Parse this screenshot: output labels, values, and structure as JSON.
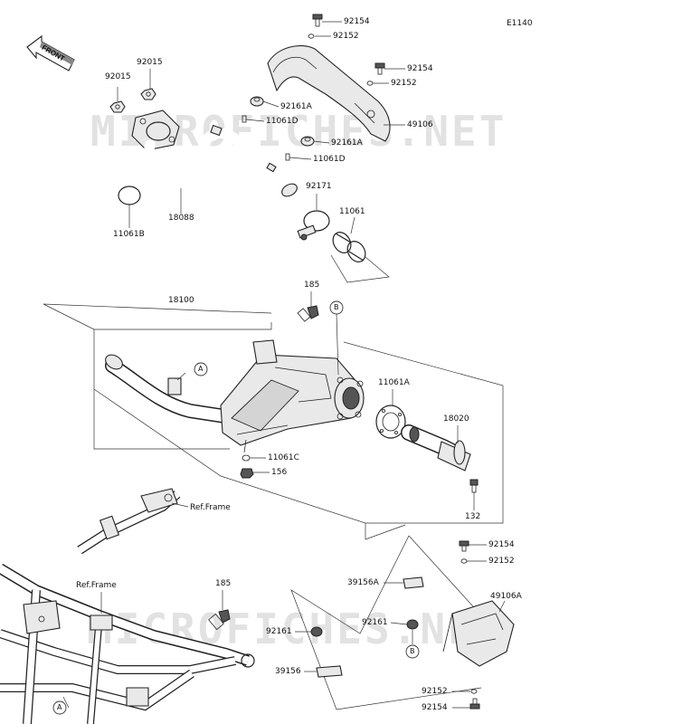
{
  "diagram_code": "E1140",
  "watermarks": [
    "MICROFICHES.NET",
    "MICROFICHES.NET"
  ],
  "front_arrow_label": "FRONT",
  "callouts": {
    "p92154_top": "92154",
    "p92152_top": "92152",
    "p92154_mid": "92154",
    "p92152_mid": "92152",
    "p92015_a": "92015",
    "p92015_b": "92015",
    "p92161a_top": "92161A",
    "p11061d_top": "11061D",
    "p49106": "49106",
    "p92161a_mid": "92161A",
    "p11061d_mid": "11061D",
    "p92171": "92171",
    "p11061": "11061",
    "p11061b": "11061B",
    "p18088": "18088",
    "p185_top": "185",
    "p18100": "18100",
    "p11061a": "11061A",
    "p18020": "18020",
    "p11061c": "11061C",
    "p156": "156",
    "p132": "132",
    "ref_frame_1": "Ref.Frame",
    "ref_frame_2": "Ref.Frame",
    "p185_low": "185",
    "p92154_low": "92154",
    "p92152_low": "92152",
    "p39156a": "39156A",
    "p49106a": "49106A",
    "p92161_left": "92161",
    "p92161_right": "92161",
    "p39156": "39156",
    "p92152_bot": "92152",
    "p92154_bot": "92154"
  },
  "ref_markers": {
    "a_upper": "A",
    "a_lower": "A",
    "b_upper": "B",
    "b_lower": "B"
  }
}
